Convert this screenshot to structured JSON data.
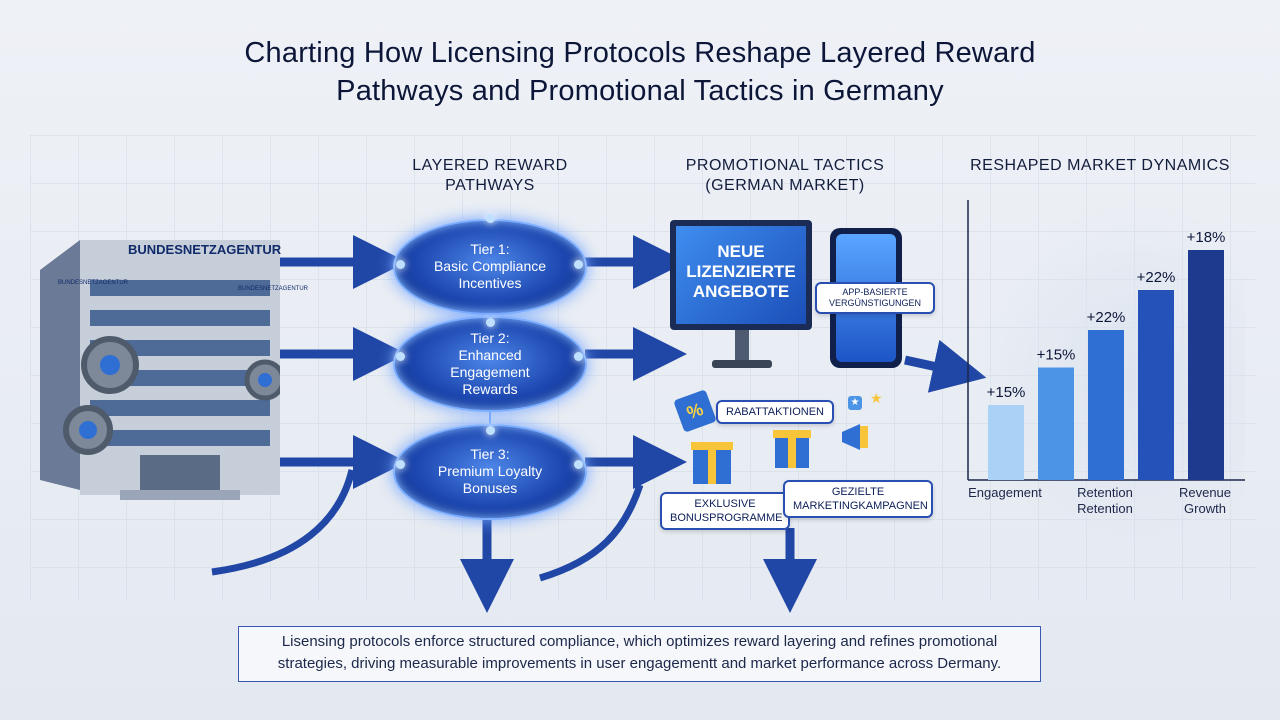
{
  "title": {
    "line1": "Charting How Licensing Protocols Reshape Layered Reward",
    "line2": "Pathways and Promotional Tactics in Germany"
  },
  "columns": {
    "rewards_line1": "LAYERED REWARD",
    "rewards_line2": "PATHWAYS",
    "promo_line1": "PROMOTIONAL TACTICS",
    "promo_line2": "(GERMAN MARKET)",
    "market": "RESHAPED MARKET DYNAMICS"
  },
  "building": {
    "sign": "BUNDESNETZAGENTUR",
    "side_sign_left": "BUNDESNETZAGENTUR",
    "side_sign_right": "BUNDESNETZAGENTUR"
  },
  "tiers": [
    {
      "line1": "Tier 1:",
      "line2": "Basic Compliance",
      "line3": "Incentives"
    },
    {
      "line1": "Tier 2:",
      "line2": "Enhanced",
      "line3": "Engagement",
      "line4": "Rewards"
    },
    {
      "line1": "Tier 3:",
      "line2": "Premium Loyalty",
      "line3": "Bonuses"
    }
  ],
  "promo": {
    "billboard_line1": "NEUE",
    "billboard_line2": "LIZENZIERTE",
    "billboard_line3": "ANGEBOTE",
    "app_line1": "APP-BASIERTE",
    "app_line2": "VERGÜNSTIGUNGEN",
    "discount": "RABATTAKTIONEN",
    "bonus_line1": "EXKLUSIVE",
    "bonus_line2": "BONUSPROGRAMME",
    "marketing_line1": "GEZIELTE",
    "marketing_line2": "MARKETINGKAMPAGNEN",
    "percent_glyph": "%"
  },
  "chart_data": {
    "type": "bar",
    "title": "RESHAPED MARKET DYNAMICS",
    "bars": [
      {
        "label": "+15%",
        "value": 15,
        "color": "#a9d2f6"
      },
      {
        "label": "+15%",
        "value": 15,
        "color": "#4c95e6"
      },
      {
        "label": "+22%",
        "value": 22,
        "color": "#2f6fd4"
      },
      {
        "label": "+22%",
        "value": 22,
        "color": "#2552b8"
      },
      {
        "label": "+18%",
        "value": 18,
        "color": "#1e3a8f"
      }
    ],
    "x_labels": [
      {
        "line1": "Engagement",
        "line2": ""
      },
      {
        "line1": "Retention",
        "line2": "Retention"
      },
      {
        "line1": "Revenue",
        "line2": "Growth"
      }
    ]
  },
  "footer_note": {
    "line1": "Lisensing protocols enforce structured compliance, which optimizes reward layering and refines promotional",
    "line2": "strategies, driving measurable improvements in user engagementt and market performance across Dermany."
  },
  "colors": {
    "accent": "#2a4fb3",
    "navy": "#0c1638",
    "glow": "#6fa2ff"
  }
}
